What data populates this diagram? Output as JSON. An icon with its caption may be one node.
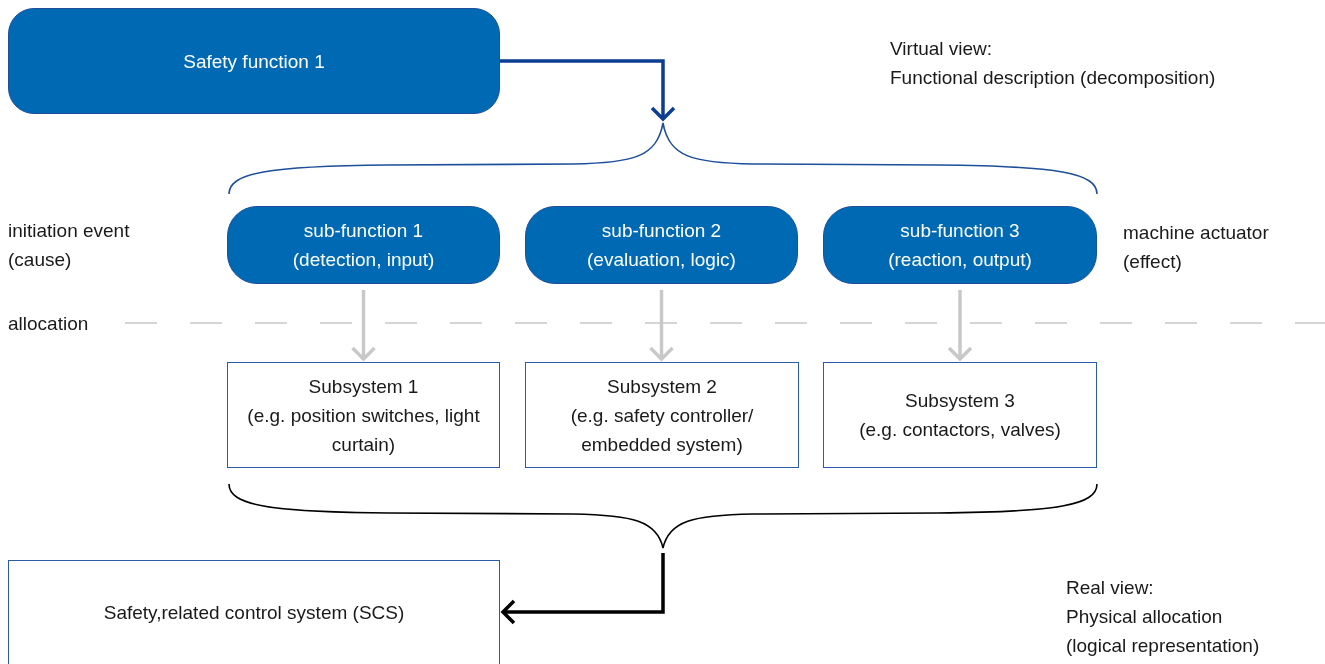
{
  "diagram": {
    "nodes": [
      {
        "text": [
          "Safety function 1"
        ]
      },
      {
        "text": [],
        "shape": "brace"
      },
      {
        "text": [
          "sub-function 1",
          "(detection, input)"
        ]
      },
      {
        "text": [
          "sub-function 2",
          "(evaluation, logic)"
        ]
      },
      {
        "text": [
          "sub-function 3",
          "(reaction, output)"
        ]
      },
      {
        "text": [
          "Subsystem 1",
          "(e.g. position switches, light curtain)"
        ]
      },
      {
        "text": [
          "Subsystem 2",
          "(e.g. safety controller/ embedded system)"
        ]
      },
      {
        "text": [
          "Subsystem 3",
          "(e.g. contactors, valves)"
        ]
      },
      {
        "text": [],
        "shape": "brace"
      },
      {
        "text": [
          "Safety,related control system (SCS)"
        ]
      }
    ],
    "edges": [
      {
        "from": 0,
        "to": 1,
        "arrow": "to",
        "color": "#0b3d91"
      },
      {
        "from": 2,
        "to": 5,
        "arrow": "to",
        "color": "#c8c8c8"
      },
      {
        "from": 3,
        "to": 6,
        "arrow": "to",
        "color": "#c8c8c8"
      },
      {
        "from": 4,
        "to": 7,
        "arrow": "to",
        "color": "#c8c8c8"
      },
      {
        "from": 8,
        "to": 9,
        "arrow": "to",
        "color": "#000000"
      }
    ],
    "labels": [
      "Virtual view:",
      "Functional description (decomposition)",
      "initiation event (cause)",
      "machine actuator (effect)",
      "allocation",
      "Real view:",
      "Physical allocation (logical representation)"
    ]
  }
}
